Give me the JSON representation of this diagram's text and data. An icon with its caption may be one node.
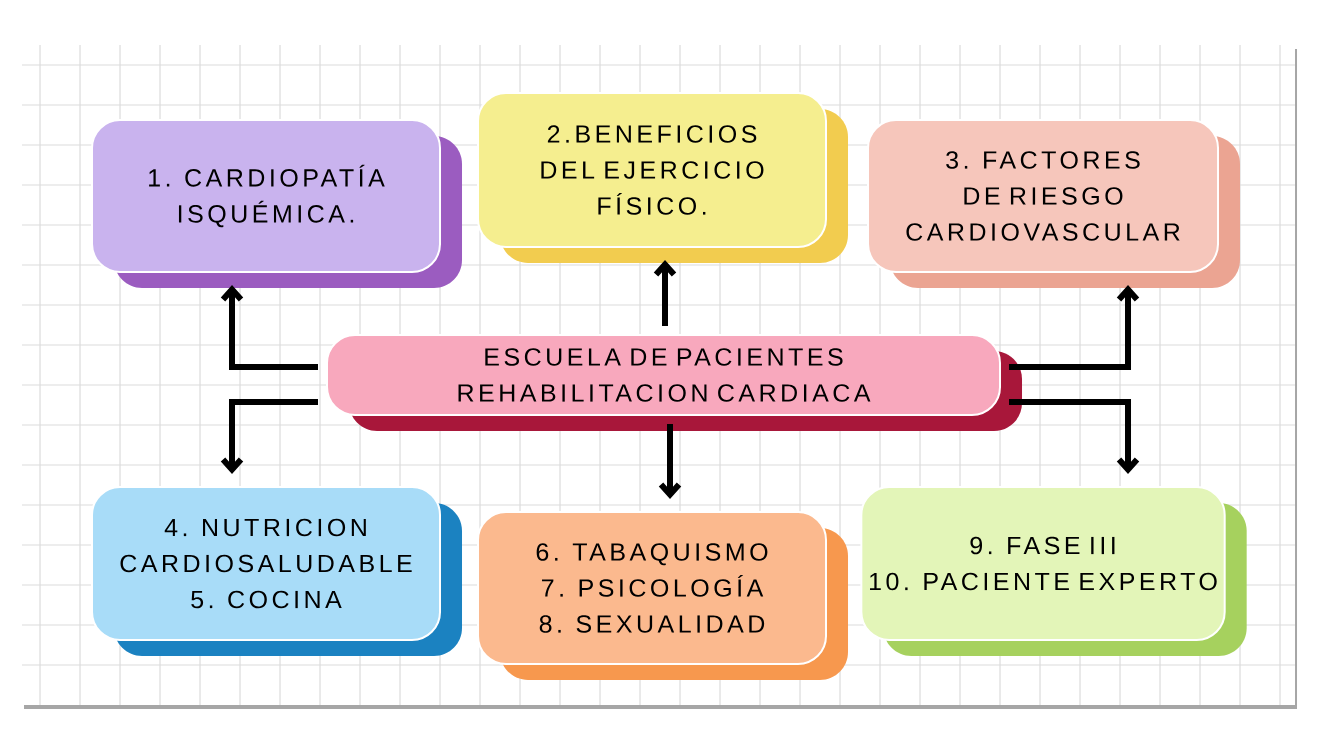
{
  "diagram": {
    "nodes": [
      {
        "text": [
          "ESCUELA DE PACIENTES REHABILITACION CARDIACA"
        ]
      },
      {
        "text": [
          "1. CARDIOPATÍA ISQUÉMICA."
        ]
      },
      {
        "text": [
          "2.BENEFICIOS DEL EJERCICIO FÍSICO."
        ]
      },
      {
        "text": [
          "3. FACTORES DE RIESGO CARDIOVASCULAR"
        ]
      },
      {
        "text": [
          "4. NUTRICION CARDIOSALUDABLE",
          "5. COCINA"
        ]
      },
      {
        "text": [
          "6. TABAQUISMO",
          "7. PSICOLOGÍA",
          "8. SEXUALIDAD"
        ]
      },
      {
        "text": [
          "9. FASE III",
          "10. PACIENTE EXPERTO"
        ]
      }
    ],
    "edges": [
      {
        "from": 0,
        "to": 1,
        "arrow": "to"
      },
      {
        "from": 0,
        "to": 2,
        "arrow": "to"
      },
      {
        "from": 0,
        "to": 3,
        "arrow": "to"
      },
      {
        "from": 0,
        "to": 4,
        "arrow": "to"
      },
      {
        "from": 0,
        "to": 5,
        "arrow": "to"
      },
      {
        "from": 0,
        "to": 6,
        "arrow": "to"
      }
    ]
  }
}
